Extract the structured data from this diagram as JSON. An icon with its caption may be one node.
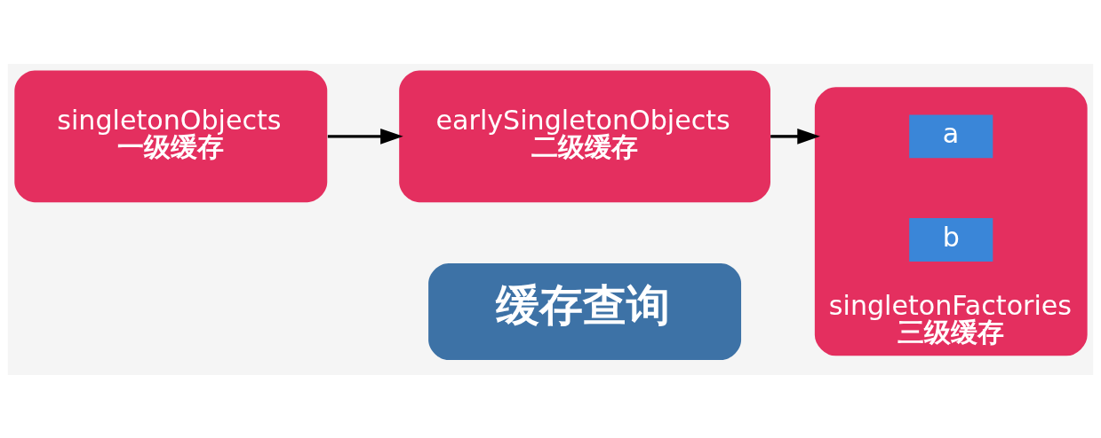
{
  "diagram": {
    "nodes": [
      {
        "text": [
          "缓存查询"
        ]
      },
      {
        "text": [
          "singletonObjects",
          "一级缓存"
        ]
      },
      {
        "text": [
          "earlySingletonObjects",
          "二级缓存"
        ]
      },
      {
        "text": [
          "singletonFactories",
          "三级缓存"
        ]
      },
      {
        "text": [
          "a"
        ],
        "in": 3
      },
      {
        "text": [
          "b"
        ],
        "in": 3
      }
    ],
    "edges": [
      {
        "from": 1,
        "to": 2,
        "arrow": "to"
      },
      {
        "from": 2,
        "to": 3,
        "arrow": "to"
      }
    ]
  }
}
